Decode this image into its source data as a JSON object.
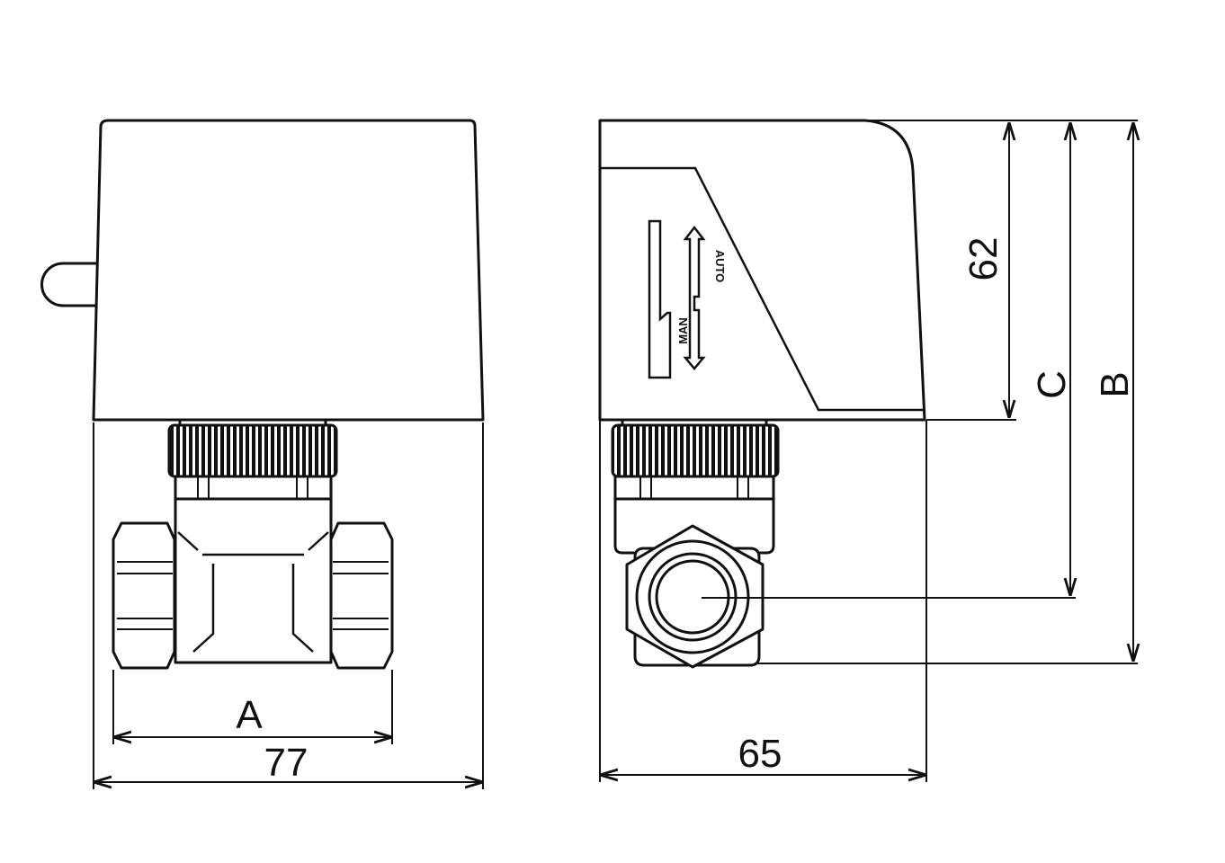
{
  "drawing": {
    "front_view": {
      "dim_a_label": "A",
      "dim_width_label": "77"
    },
    "side_view": {
      "dim_depth_label": "65",
      "dim_actuator_height_label": "62",
      "dim_c_label": "C",
      "dim_b_label": "B",
      "mode_labels": {
        "manual": "MAN",
        "auto": "AUTO"
      }
    },
    "line_color": "#111111"
  }
}
